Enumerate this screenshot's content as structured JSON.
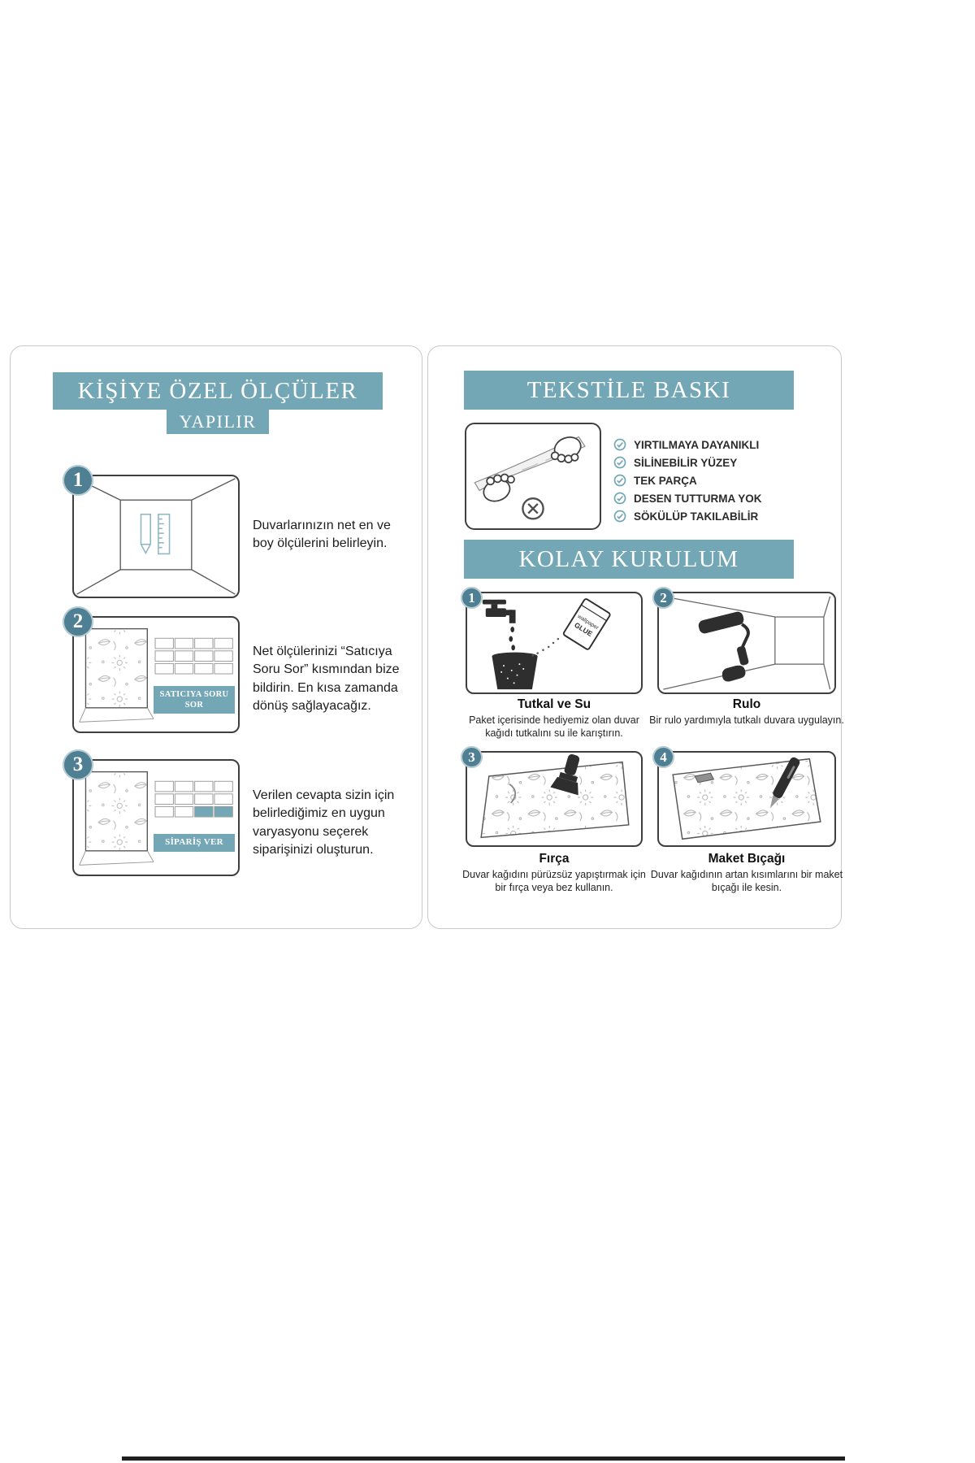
{
  "colors": {
    "accent": "#74a7b6",
    "accent_dark": "#4f7f92"
  },
  "left_panel": {
    "header_line1": "KİŞİYE ÖZEL ÖLÇÜLER",
    "header_line2": "YAPILIR",
    "steps": [
      {
        "number": "1",
        "text": "Duvarlarınızın net en ve boy ölçülerini belirleyin."
      },
      {
        "number": "2",
        "button_label": "SATICIYA SORU SOR",
        "text": "Net ölçülerinizi “Satıcıya Soru Sor” kısmından bize bildirin. En kısa zamanda dönüş sağlayacağız."
      },
      {
        "number": "3",
        "button_label": "SİPARİŞ VER",
        "text": "Verilen cevapta sizin için belirlediğimiz en uygun varyasyonu seçerek siparişinizi oluşturun."
      }
    ]
  },
  "right_panel": {
    "header": "TEKSTİLE BASKI",
    "features": [
      "YIRTILMAYA DAYANIKLI",
      "SİLİNEBİLİR YÜZEY",
      "TEK PARÇA",
      "DESEN TUTTURMA YOK",
      "SÖKÜLÜP TAKILABİLİR"
    ],
    "subheader": "KOLAY KURULUM",
    "steps": [
      {
        "number": "1",
        "title": "Tutkal ve Su",
        "text": "Paket içerisinde hediyemiz olan duvar kağıdı tutkalını su ile karıştırın.",
        "glue_brand": "wallpaper",
        "glue_label": "GLUE"
      },
      {
        "number": "2",
        "title": "Rulo",
        "text": "Bir rulo yardımıyla tutkalı duvara uygulayın."
      },
      {
        "number": "3",
        "title": "Fırça",
        "text": "Duvar kağıdını pürüzsüz yapıştırmak için bir fırça veya bez kullanın."
      },
      {
        "number": "4",
        "title": "Maket Bıçağı",
        "text": "Duvar kağıdının artan kısımlarını bir maket bıçağı ile kesin."
      }
    ]
  }
}
